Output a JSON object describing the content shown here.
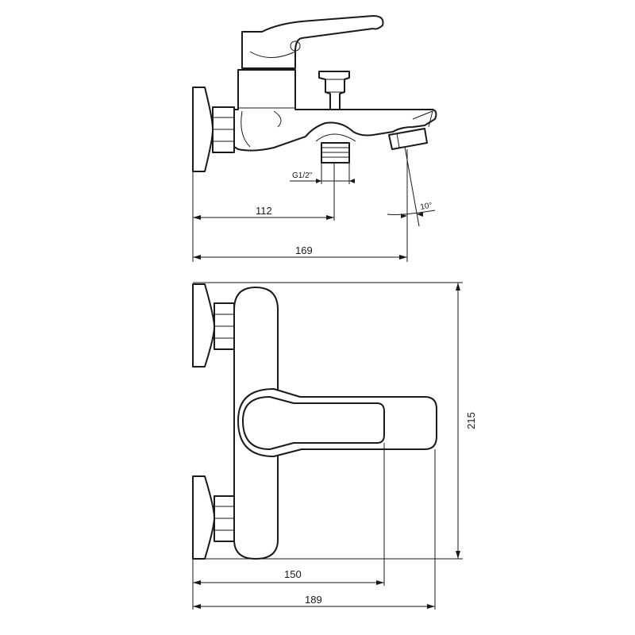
{
  "dimensions": {
    "side_view": {
      "thread": "G1/2\"",
      "spout_angle": "10°",
      "to_inlet": "112",
      "overall_length": "169"
    },
    "top_view": {
      "height": "215",
      "to_handle": "150",
      "overall_length": "189"
    }
  }
}
